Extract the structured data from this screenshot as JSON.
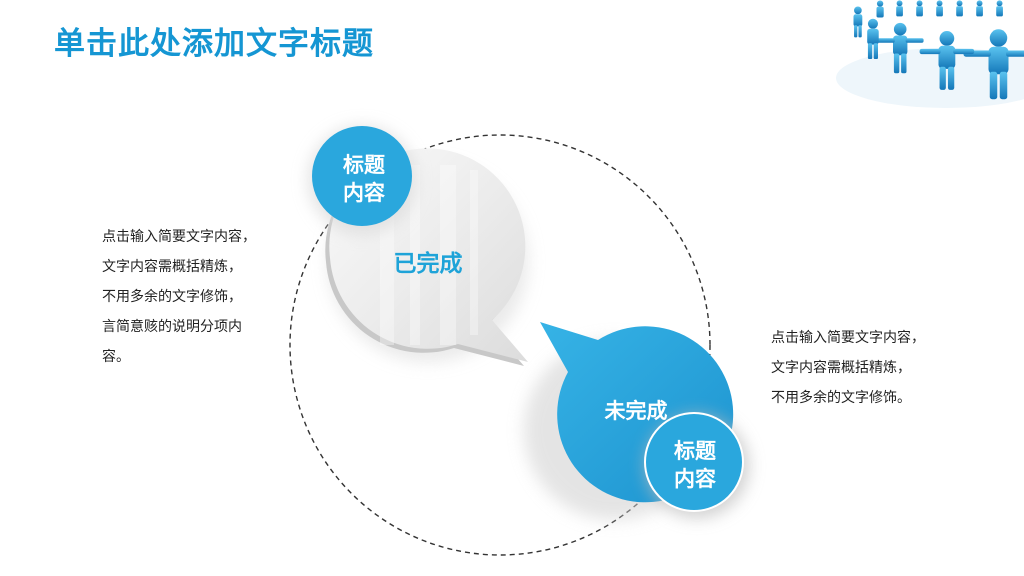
{
  "title": "单击此处添加文字标题",
  "left_description": [
    "点击输入简要文字内容，",
    "文字内容需概括精炼，",
    "不用多余的文字修饰，",
    "言简意赅的说明分项内",
    "容。"
  ],
  "right_description": [
    "点击输入简要文字内容，",
    "文字内容需概括精炼，",
    "不用多余的文字修饰。"
  ],
  "bubble_done": {
    "label": "已完成"
  },
  "bubble_undone": {
    "label": "未完成"
  },
  "badge_top": {
    "line1": "标题",
    "line2": "内容"
  },
  "badge_bottom": {
    "line1": "标题",
    "line2": "内容"
  },
  "colors": {
    "accent": "#1596d3",
    "bubble_blue": "#29a6dc",
    "bubble_gray": "#eeeeee"
  },
  "decor": {
    "image": "people-holding-hands-icon"
  }
}
